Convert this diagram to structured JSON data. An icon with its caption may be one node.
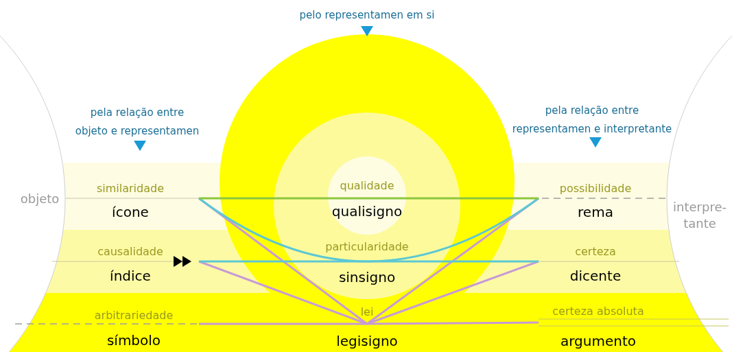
{
  "diagram": {
    "nodes": [
      {
        "text": [
          "objeto"
        ]
      },
      {
        "text": [
          "similaridade",
          "ícone"
        ]
      },
      {
        "text": [
          "qualidade",
          "qualisigno"
        ]
      },
      {
        "text": [
          "possibilidade",
          "rema"
        ]
      },
      {
        "text": [
          "interpre- tante"
        ]
      },
      {
        "text": [
          "causalidade",
          "índice"
        ]
      },
      {
        "text": [
          "particularidade",
          "sinsigno"
        ]
      },
      {
        "text": [
          "certeza",
          "dicente"
        ]
      },
      {
        "text": [
          "arbitrariedade",
          "símbolo"
        ]
      },
      {
        "text": [
          "lei",
          "legisigno"
        ]
      },
      {
        "text": [
          "certeza absoluta",
          "argumento"
        ]
      }
    ],
    "labels": [
      "pelo representamen em si",
      "pela relação entre objeto e representamen",
      "pela relação entre representamen e interpretante"
    ]
  }
}
